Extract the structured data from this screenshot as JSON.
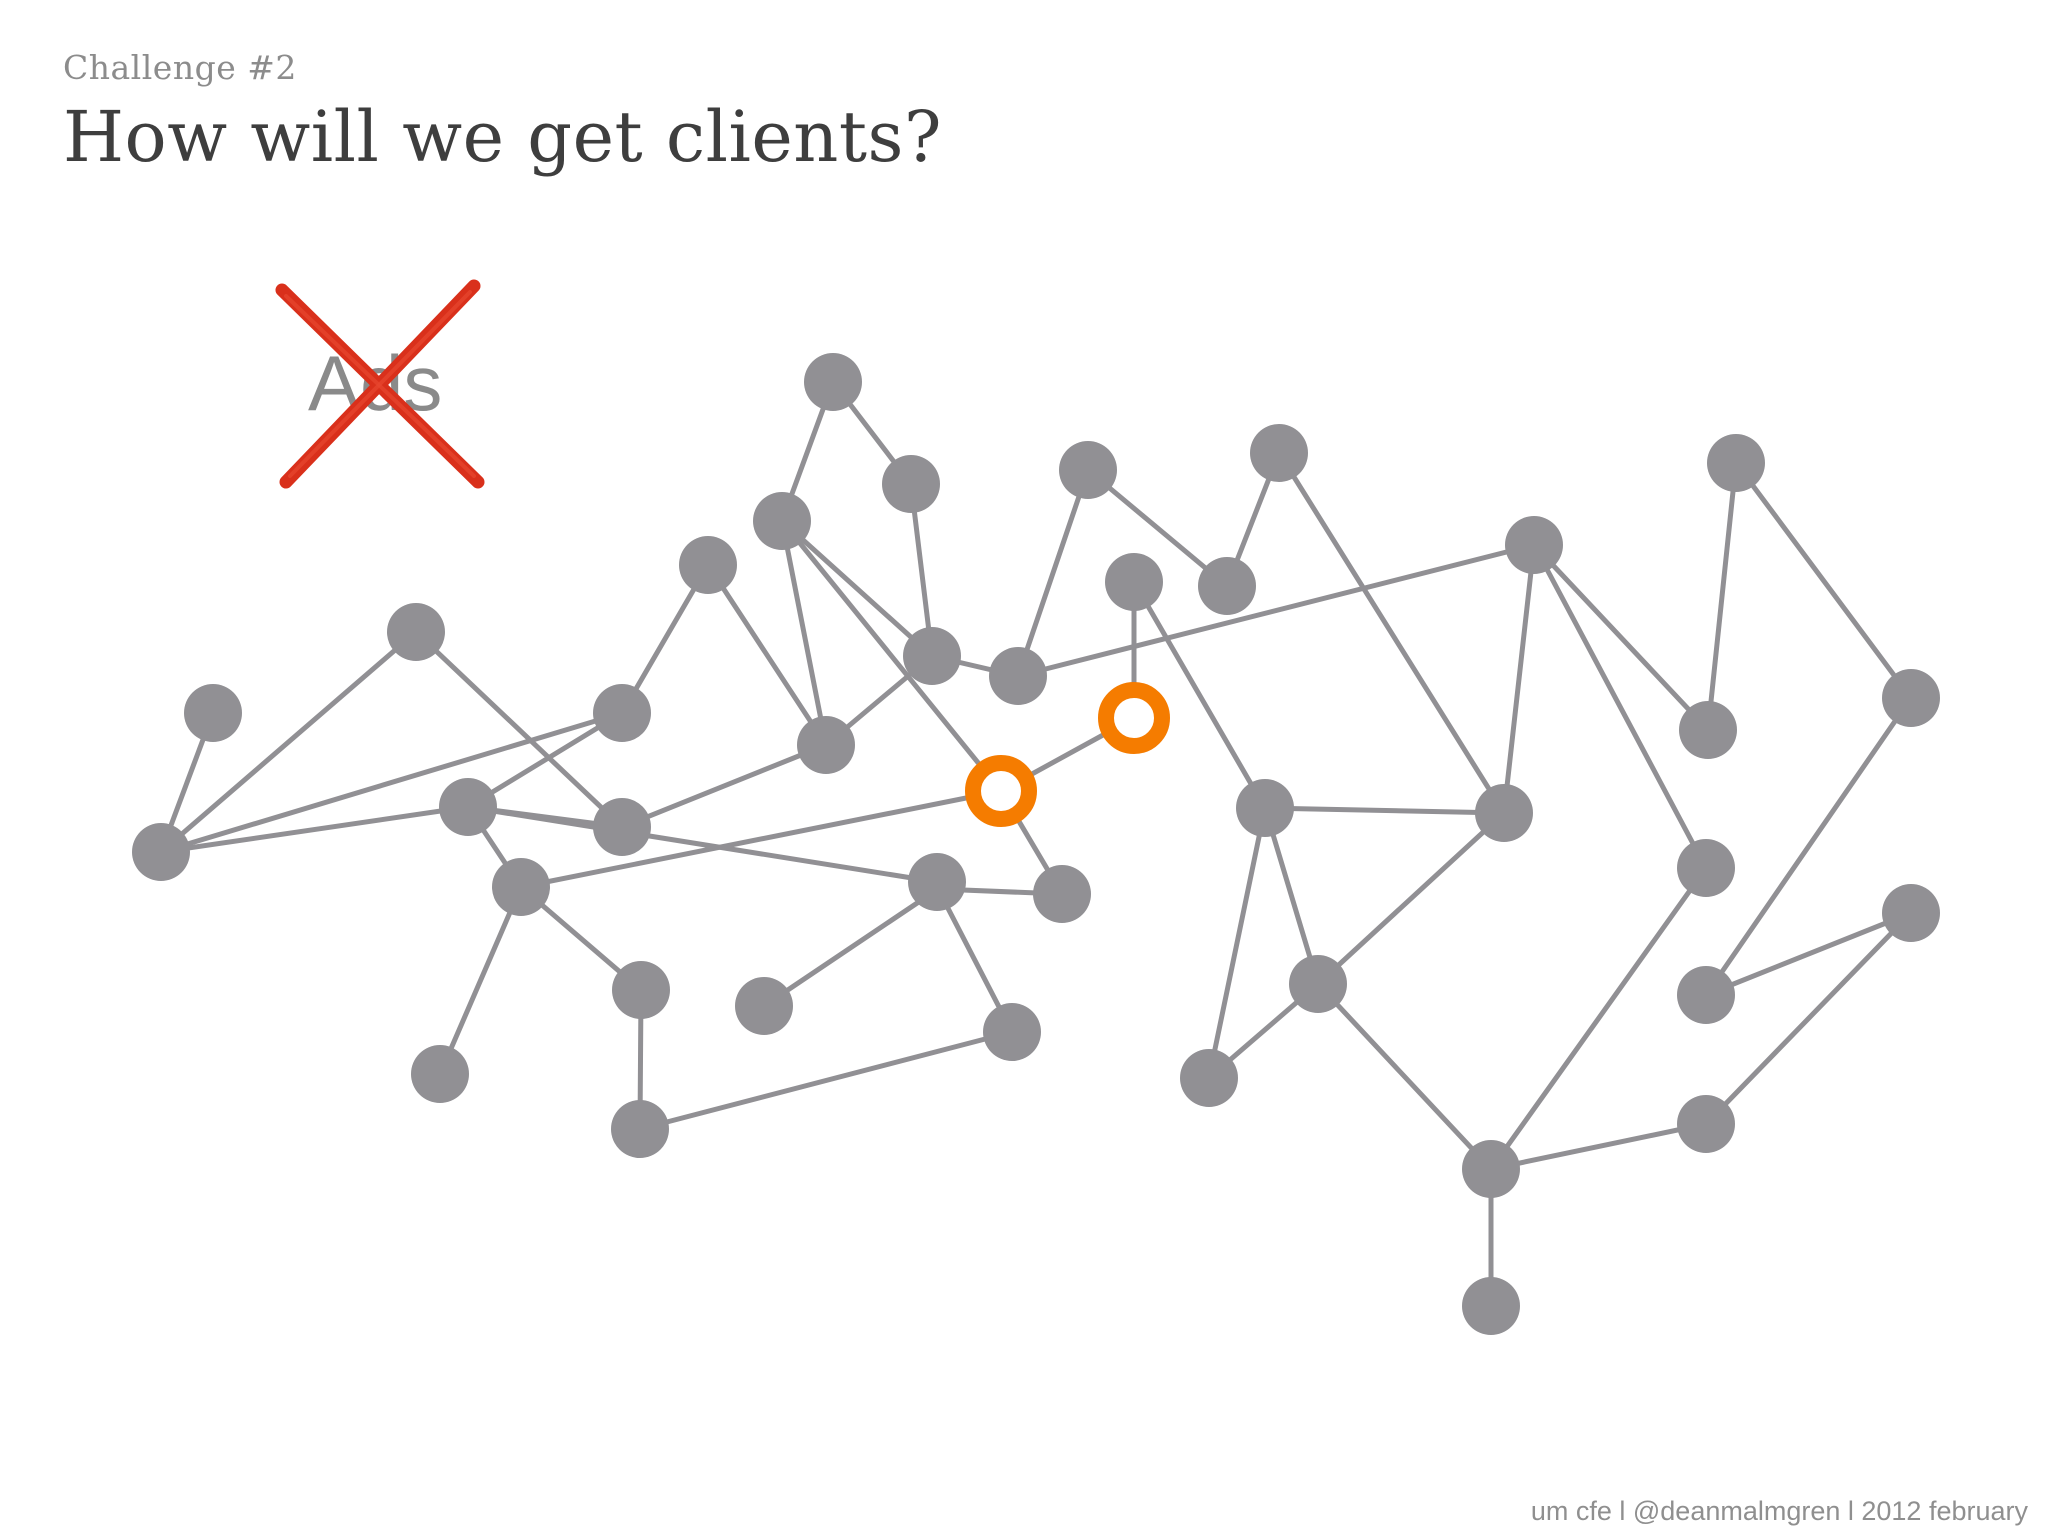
{
  "slide": {
    "kicker": "Challenge #2",
    "title": "How will we get clients?",
    "footer": "um cfe l @deanmalmgren l 2012 february"
  },
  "crossed_word": {
    "text": "Ads",
    "cross_icon": "red-x-icon",
    "cross_color": "#d9301b"
  },
  "colors": {
    "node": "#919094",
    "edge": "#919094",
    "highlight": "#f57c00",
    "title": "#3e3e3e",
    "kicker": "#8c8c8c"
  }
}
